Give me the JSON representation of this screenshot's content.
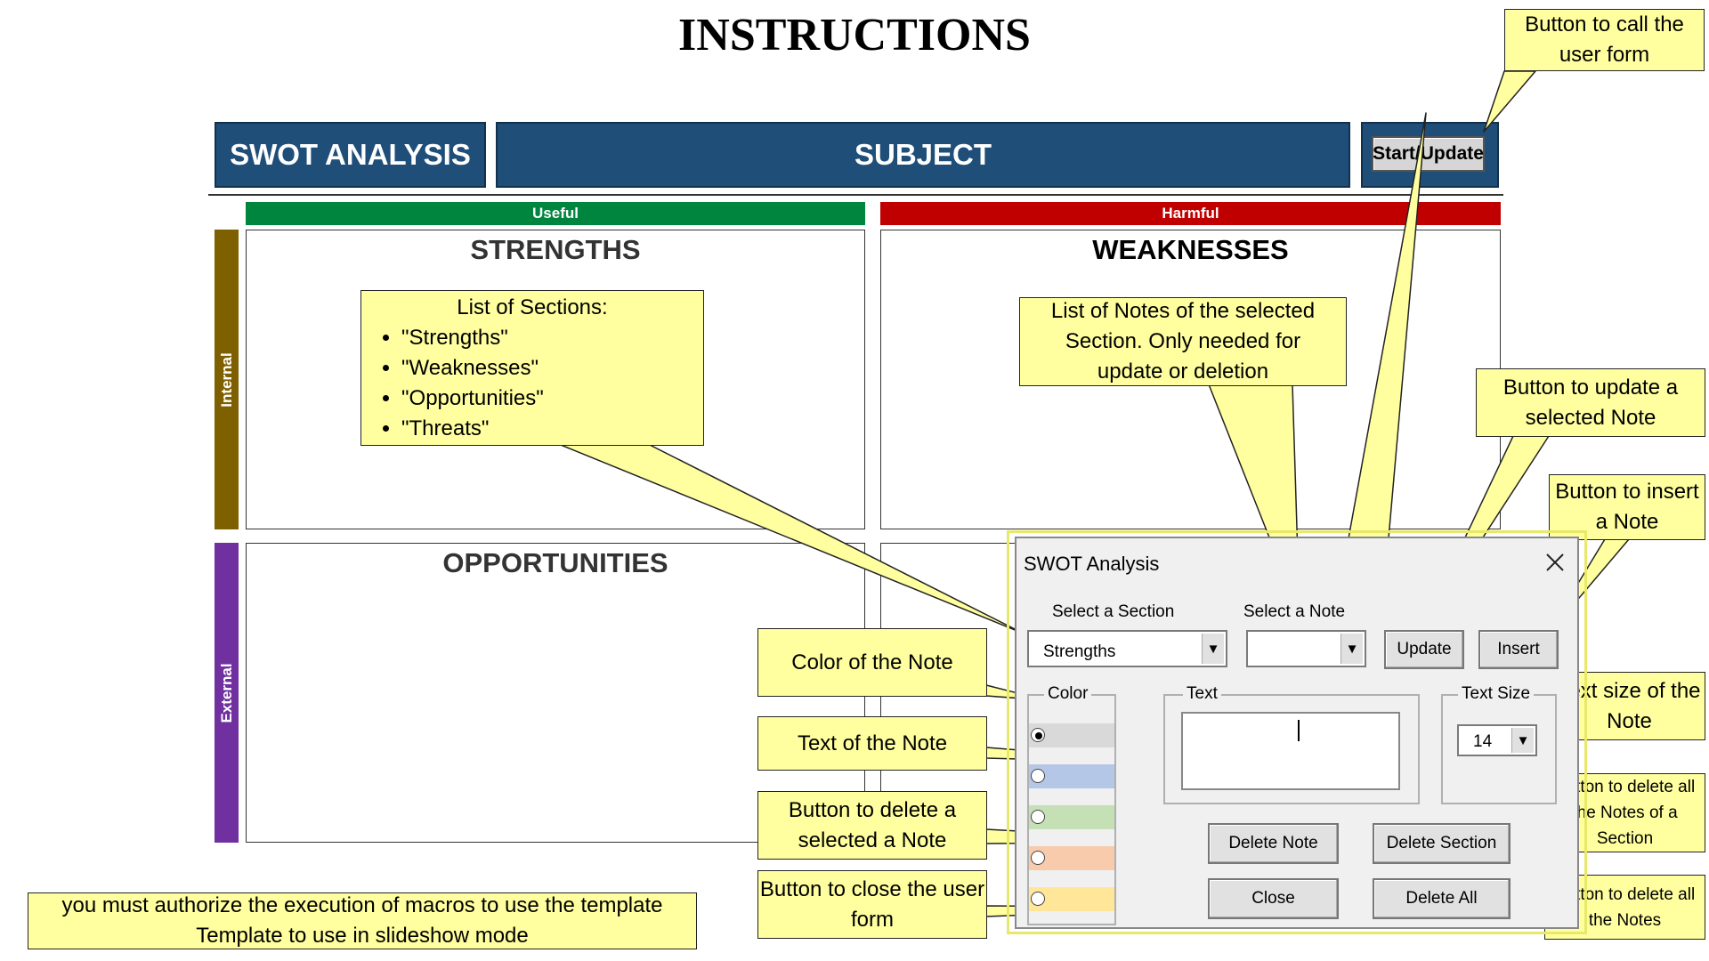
{
  "page": {
    "title": "INSTRUCTIONS"
  },
  "header": {
    "swot_label": "SWOT ANALYSIS",
    "subject_label": "SUBJECT",
    "start_button": "Start/Update"
  },
  "bands": {
    "useful": "Useful",
    "harmful": "Harmful",
    "internal": "Internal",
    "external": "External"
  },
  "quadrants": {
    "strengths": "STRENGTHS",
    "weaknesses": "WEAKNESSES",
    "opportunities": "OPPORTUNITIES"
  },
  "colors": {
    "header_blue": "#1f4e79",
    "useful_green": "#00853f",
    "harmful_red": "#c00000",
    "internal_brown": "#7f6000",
    "external_purple": "#7030a0",
    "callout_yellow": "#ffff9f"
  },
  "dialog": {
    "title": "SWOT Analysis",
    "close_icon": "close-icon",
    "select_section_label": "Select a Section",
    "select_section_value": "Strengths",
    "select_note_label": "Select a Note",
    "select_note_value": "",
    "update_button": "Update",
    "insert_button": "Insert",
    "color_label": "Color",
    "color_swatches": [
      "#d9d9d9",
      "#b4c7e7",
      "#c5e0b4",
      "#f8cbad",
      "#ffe699"
    ],
    "selected_color_index": 0,
    "text_label": "Text",
    "text_value": "",
    "text_size_label": "Text Size",
    "text_size_value": "14",
    "delete_note_button": "Delete Note",
    "delete_section_button": "Delete Section",
    "close_button": "Close",
    "delete_all_button": "Delete All"
  },
  "callouts": {
    "call_form": "Button to call the user form",
    "sections_title": "List of Sections:",
    "sections": [
      "\"Strengths\"",
      "\"Weaknesses\"",
      "\"Opportunities\"",
      "\"Threats\""
    ],
    "notes_list": "List of Notes of the selected Section. Only needed for update or deletion",
    "update_note": "Button to update a selected  Note",
    "insert_note": "Button to insert a Note",
    "color_note": "Color of the Note",
    "text_note": "Text of the Note",
    "text_size": "Text size of the Note",
    "delete_note": "Button to delete a selected a  Note",
    "delete_section": "Button to delete all the Notes of a Section",
    "close_form": "Button to close the user form",
    "delete_all": "Button to delete all the Notes",
    "macros": "you must authorize the execution of macros to use the template",
    "slideshow": "Template to use in slideshow mode"
  }
}
